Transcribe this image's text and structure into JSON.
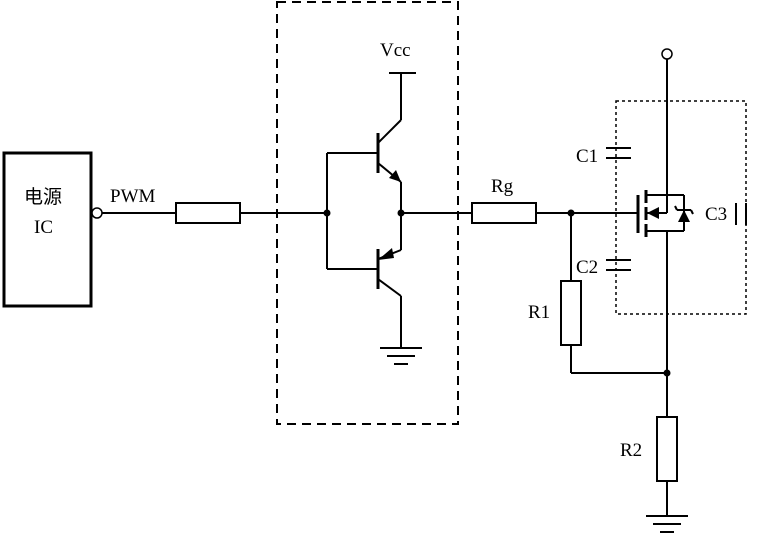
{
  "diagram": {
    "labels": {
      "ic_line1": "电源",
      "ic_line2": "IC",
      "pwm": "PWM",
      "vcc": "Vcc",
      "rg": "Rg",
      "c1": "C1",
      "c2": "C2",
      "c3": "C3",
      "r1": "R1",
      "r2": "R2"
    }
  }
}
